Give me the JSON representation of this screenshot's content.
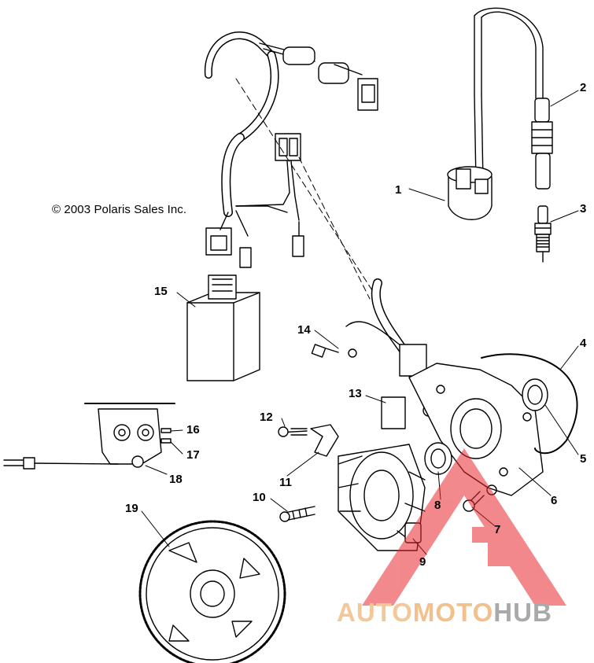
{
  "copyright": "© 2003 Polaris Sales Inc.",
  "callouts": {
    "c1": "1",
    "c2": "2",
    "c3": "3",
    "c4": "4",
    "c5": "5",
    "c6": "6",
    "c7": "7",
    "c8": "8",
    "c9": "9",
    "c10": "10",
    "c11": "11",
    "c12": "12",
    "c13": "13",
    "c14": "14",
    "c15": "15",
    "c16": "16",
    "c17": "17",
    "c18": "18",
    "c19": "19"
  },
  "watermark": {
    "part1": "AUTO",
    "part2": "MOTO",
    "part3": "HUB",
    "color_part1": "#f2c79a",
    "color_part2": "#f1c08c",
    "color_part3": "#a9a9a9",
    "logo_color": "#e8282e"
  }
}
